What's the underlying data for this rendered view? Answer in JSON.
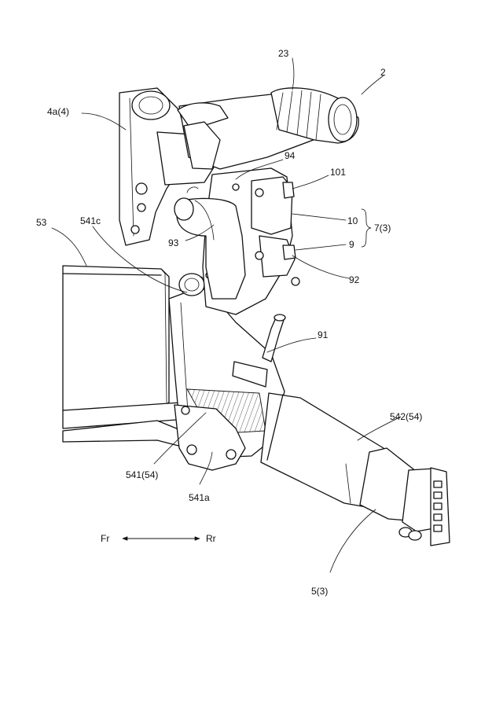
{
  "labels": {
    "part_2": "2",
    "part_23": "23",
    "part_4a": "4a(4)",
    "part_94": "94",
    "part_101": "101",
    "part_10": "10",
    "part_7": "7(3)",
    "part_9": "9",
    "part_53": "53",
    "part_541c": "541c",
    "part_93": "93",
    "part_92": "92",
    "part_91": "91",
    "part_542": "542(54)",
    "part_541": "541(54)",
    "part_541a": "541a",
    "part_5": "5(3)"
  },
  "direction": {
    "front": "Fr",
    "rear": "Rr"
  }
}
